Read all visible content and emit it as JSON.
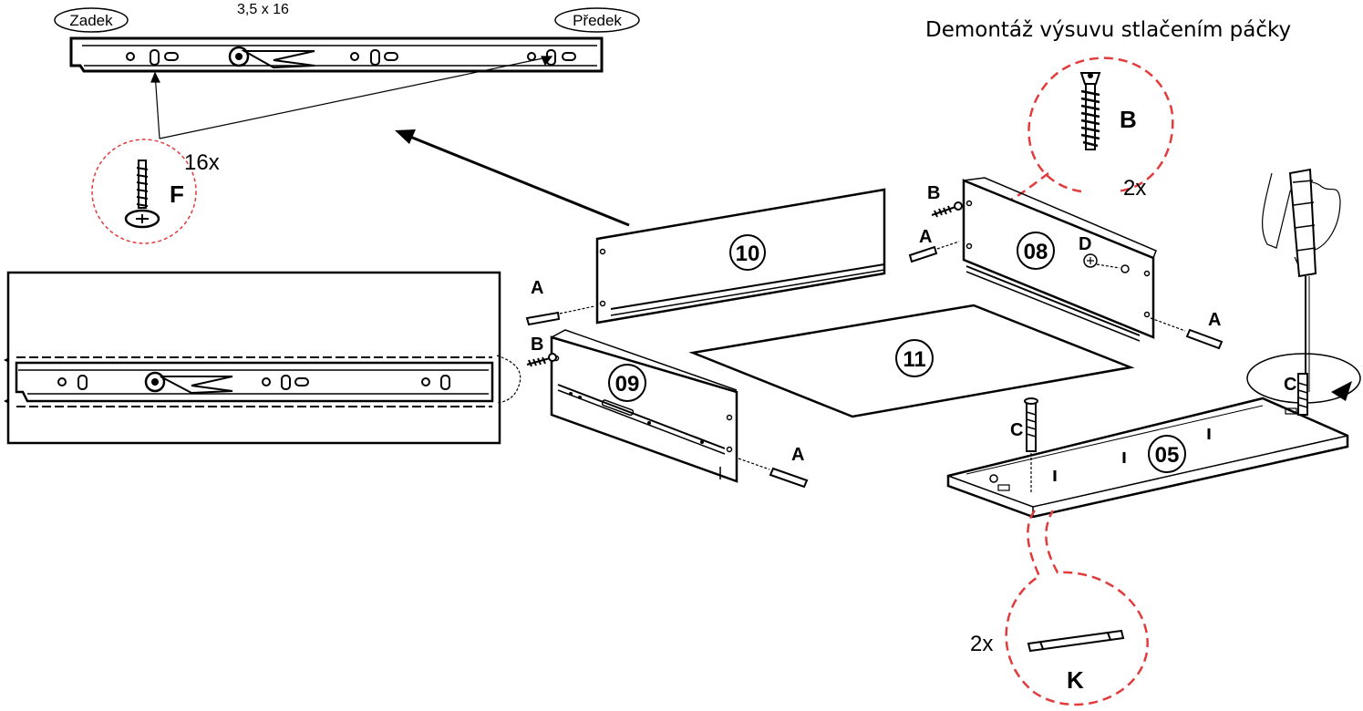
{
  "slide_rail": {
    "rear_label": "Zadek",
    "front_label": "Předek",
    "screw_size": "3,5 x 16"
  },
  "screw_F": {
    "count": "16x",
    "letter": "F"
  },
  "note_text": "Demontáž výsuvu stlačením páčky",
  "screw_B": {
    "letter": "B",
    "count": "2x"
  },
  "handle_K": {
    "letter": "K",
    "count": "2x"
  },
  "parts": {
    "p10": "10",
    "p09": "09",
    "p08": "08",
    "p11": "11",
    "p05": "05"
  },
  "hardware_labels": {
    "a1": "A",
    "a2": "A",
    "a3": "A",
    "a4": "A",
    "b1": "B",
    "b2": "B",
    "c1": "C",
    "c2": "C",
    "d1": "D"
  }
}
